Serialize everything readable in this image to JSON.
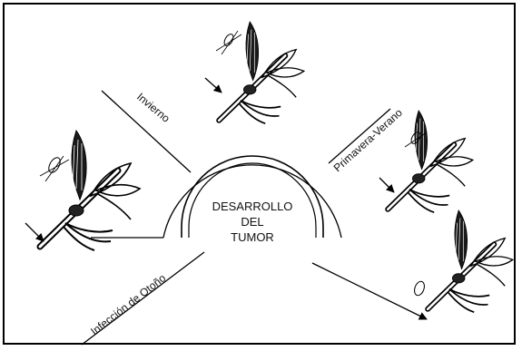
{
  "diagram": {
    "center_line_1": "DESARROLLO",
    "center_line_2": "DEL",
    "center_line_3": "TUMOR",
    "label_winter": "Invierno",
    "label_spring_summer": "Primavera-Verano",
    "label_autumn": "Infección de Otoño"
  }
}
